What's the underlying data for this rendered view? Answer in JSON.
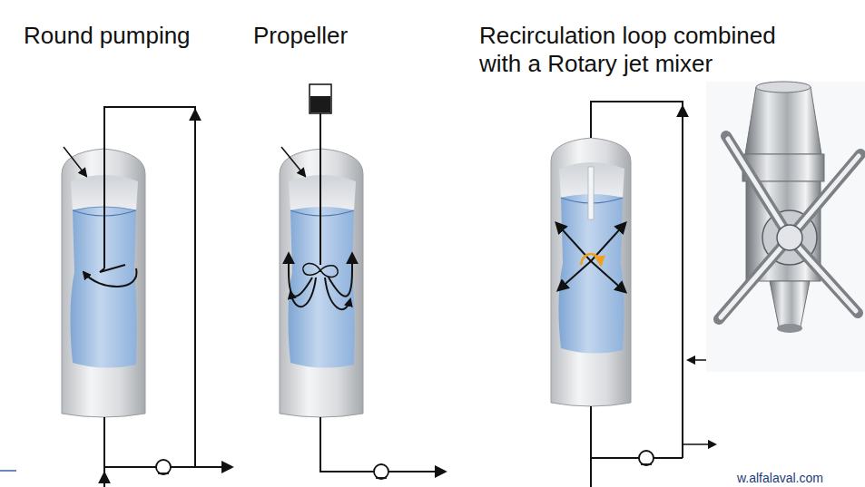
{
  "diagram": {
    "labels": [
      "Round pumping",
      "Propeller",
      "Recirculation loop combined with a Rotary jet mixer",
      "w.alfalaval.com"
    ]
  }
}
